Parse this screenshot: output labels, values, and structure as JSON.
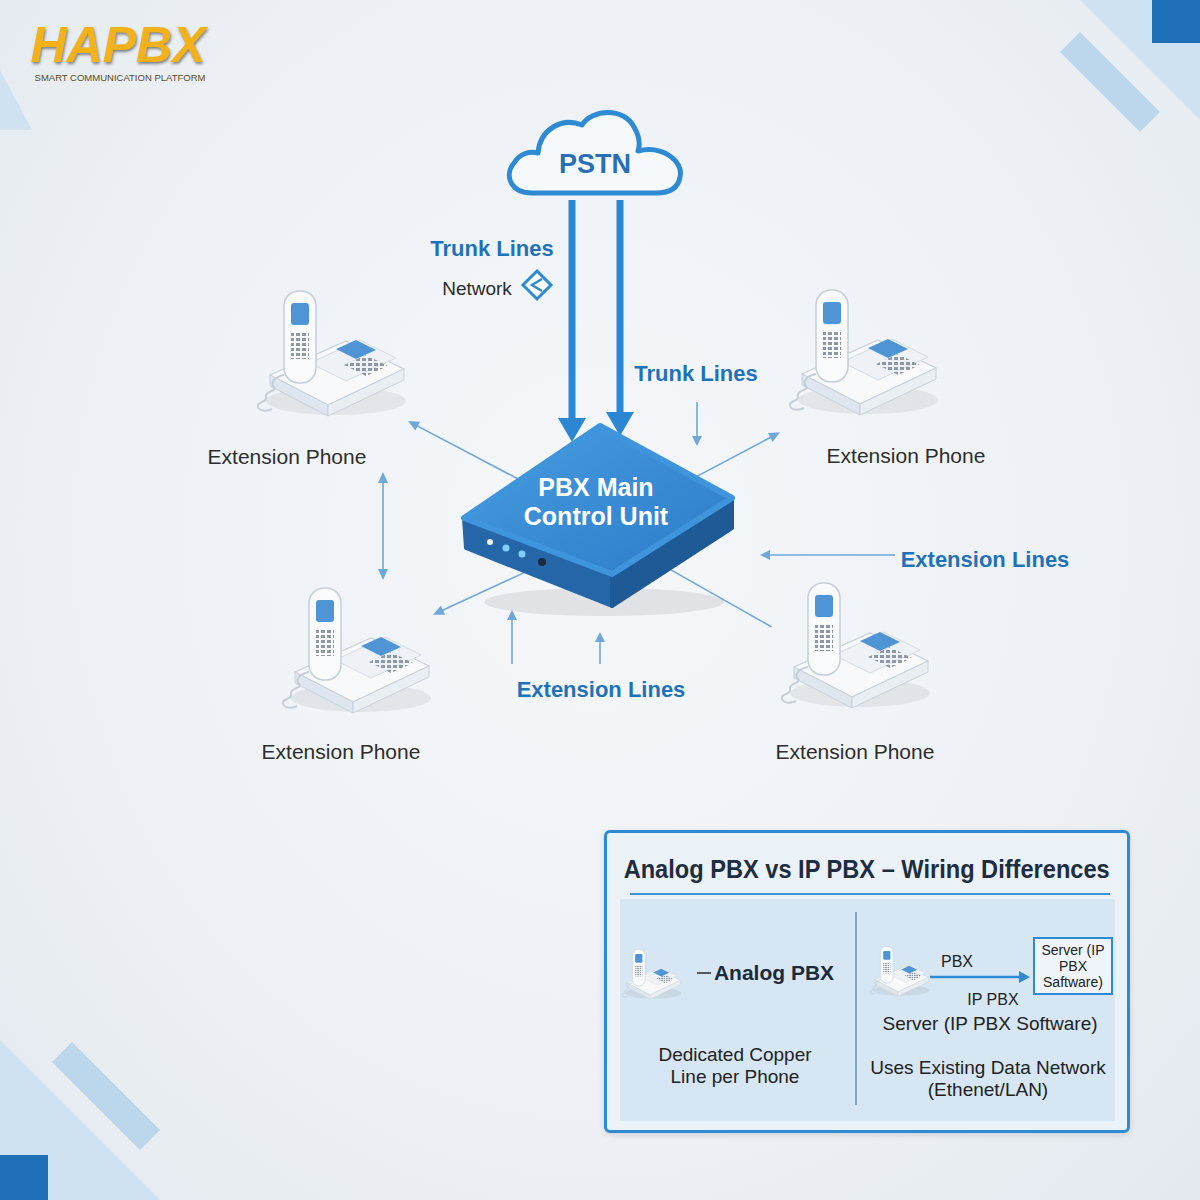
{
  "diagram": {
    "nodes": [
      {
        "text": [
          "PSTN"
        ]
      },
      {
        "text": [
          "Extension Phone"
        ]
      },
      {
        "text": [
          "Extension Phone"
        ]
      },
      {
        "text": [
          "PBX Main Control Unit"
        ]
      },
      {
        "text": [
          "Extension Phone"
        ]
      },
      {
        "text": [
          "Extension Phone"
        ]
      },
      {
        "text": [
          "Analog PBX vs IP PBX – Wiring Differences"
        ]
      },
      {
        "text": [
          "Server (IP PBX Saftware)"
        ],
        "in": 6
      }
    ],
    "edges": [
      {
        "from": 0,
        "to": 3,
        "arrow": "to"
      },
      {
        "from": 0,
        "to": 3,
        "arrow": "to"
      },
      {
        "from": 3,
        "to": 1,
        "arrow": "to"
      },
      {
        "from": 3,
        "to": 2,
        "arrow": "to"
      },
      {
        "from": 3,
        "to": 4,
        "arrow": "to"
      },
      {
        "from": 3,
        "to": 5,
        "arrow": "none"
      },
      {
        "from": 1,
        "to": 4,
        "arrow": "both"
      }
    ],
    "labels": [
      "HAPBX",
      "SMART COMMUNICATION PLATFORM",
      "Trunk Lines",
      "Network",
      "Trunk Lines",
      "Extension Lines",
      "Extension Lines",
      "Analog PBX",
      "Dedicated Copper Line per Phone",
      "PBX",
      "IP PBX",
      "Server (IP PBX Software)",
      "Uses Existing Data Network (Ethenet/LAN)"
    ]
  }
}
